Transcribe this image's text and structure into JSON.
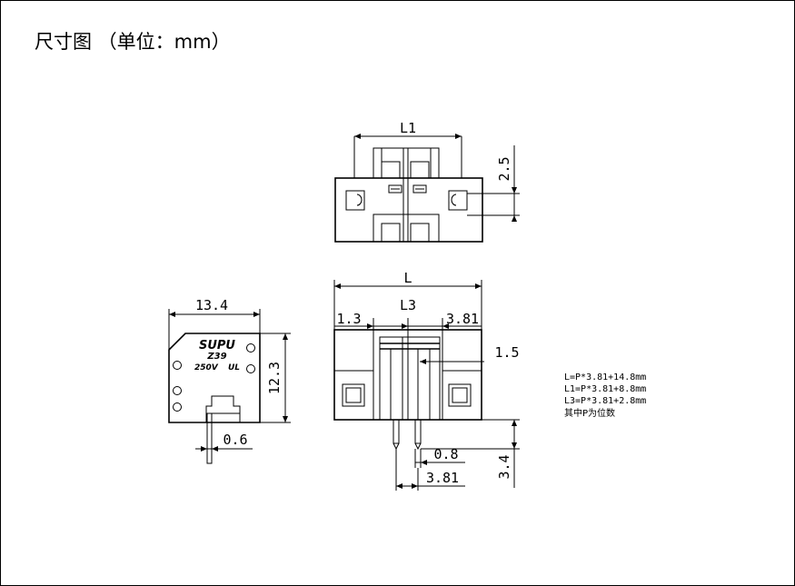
{
  "title": "尺寸图 （单位：mm）",
  "top_view": {
    "dim_l1": "L1",
    "dim_pitch": "2.5"
  },
  "front_view": {
    "dim_l": "L",
    "dim_l3": "L3",
    "dim_left": "1.3",
    "dim_right": "3.81",
    "dim_h": "1.5",
    "dim_pin_w": "0.8",
    "dim_pin_pitch": "3.81",
    "dim_pin_len": "3.4"
  },
  "side_view": {
    "dim_w": "13.4",
    "dim_h": "12.3",
    "dim_pin": "0.6",
    "marking": {
      "brand": "SUPU",
      "model": "Z39",
      "voltage": "250V",
      "cert": "UL"
    }
  },
  "notes": [
    "L=P*3.81+14.8mm",
    "L1=P*3.81+8.8mm",
    "L3=P*3.81+2.8mm",
    "其中P为位数"
  ]
}
